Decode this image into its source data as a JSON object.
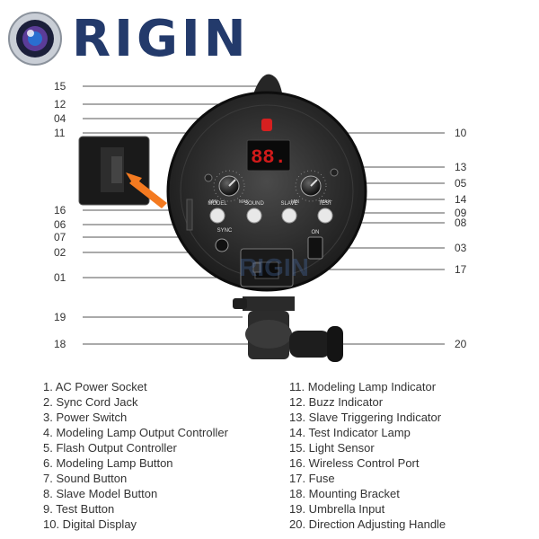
{
  "brand": {
    "name": "RIGIN",
    "watermark": "RIGIN"
  },
  "colors": {
    "brand": "#233a6b",
    "accent": "#f47a20",
    "display": "#d11a1a"
  },
  "device": {
    "display_value": "88.",
    "labels": {
      "model": "MODEL",
      "sound": "SOUND",
      "slave": "SLAVE",
      "test": "TEST",
      "sync": "SYNC",
      "on": "ON",
      "min_left": "MIN",
      "max_left": "MAX",
      "min_right": "MIN",
      "max_right": "MAX"
    }
  },
  "callouts_left": [
    "15",
    "12",
    "04",
    "11",
    "16",
    "06",
    "07",
    "02",
    "01",
    "19",
    "18"
  ],
  "callouts_right": [
    "10",
    "13",
    "05",
    "14",
    "09",
    "08",
    "03",
    "17",
    "20"
  ],
  "legend": {
    "left": [
      "1. AC Power Socket",
      "2. Sync Cord Jack",
      "3. Power Switch",
      "4. Modeling Lamp Output Controller",
      "5. Flash Output Controller",
      "6. Modeling Lamp Button",
      "7. Sound Button",
      "8. Slave Model Button",
      "9. Test Button",
      "10. Digital Display"
    ],
    "right": [
      "11. Modeling Lamp Indicator",
      "12. Buzz Indicator",
      "13. Slave Triggering Indicator",
      "14. Test Indicator Lamp",
      "15. Light Sensor",
      "16. Wireless Control Port",
      "17. Fuse",
      "18. Mounting Bracket",
      "19. Umbrella Input",
      "20. Direction Adjusting Handle"
    ]
  }
}
